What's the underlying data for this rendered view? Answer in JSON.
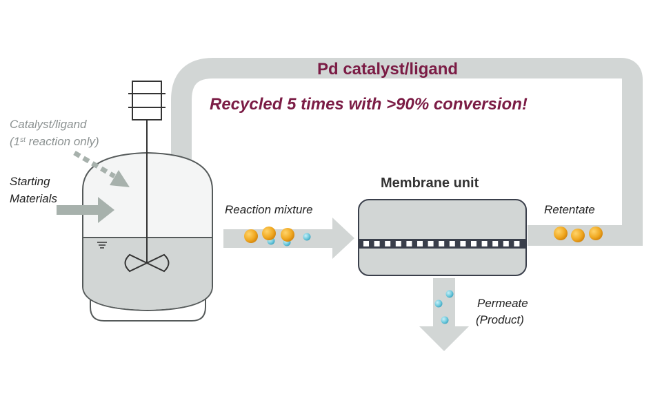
{
  "header": {
    "title": "Pd catalyst/ligand",
    "subtitle": "Recycled 5 times with >90% conversion!"
  },
  "inputs": {
    "catalyst_line1": "Catalyst/ligand",
    "catalyst_line2_prefix": "(1",
    "catalyst_line2_sup": "st",
    "catalyst_line2_suffix": " reaction only)",
    "starting_line1": "Starting",
    "starting_line2": "Materials"
  },
  "streams": {
    "reaction_mixture": "Reaction mixture",
    "retentate": "Retentate",
    "permeate_line1": "Permeate",
    "permeate_line2": "(Product)"
  },
  "membrane": {
    "label": "Membrane unit"
  },
  "colors": {
    "accent": "#7b1c45",
    "pipe": "#d2d6d5",
    "catalyst_particle": "#f0a820",
    "product_particle": "#6cc8dc",
    "membrane_band": "#3a3f4b"
  },
  "icons": {
    "reactor": "stirred-tank-reactor",
    "stirrer": "impeller-icon",
    "liquid_level": "liquid-level-icon"
  }
}
